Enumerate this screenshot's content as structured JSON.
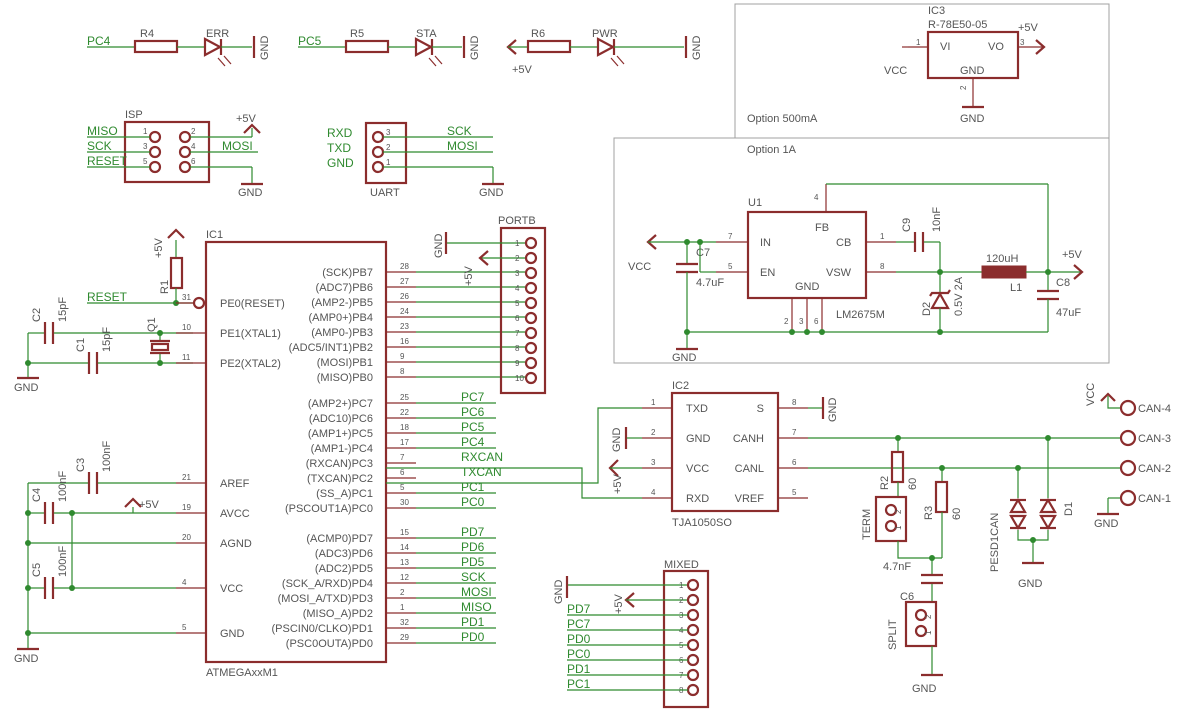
{
  "frames": {
    "option500": "Option 500mA",
    "option1a": "Option 1A"
  },
  "leds": {
    "r4": "R4",
    "r5": "R5",
    "r6": "R6",
    "err": "ERR",
    "sta": "STA",
    "pwr": "PWR",
    "pc4": "PC4",
    "pc5": "PC5",
    "plus5v": "+5V",
    "gnd": "GND"
  },
  "ic3": {
    "name": "IC3",
    "value": "R-78E50-05",
    "vi": "VI",
    "vo": "VO",
    "gnd": "GND",
    "vcc": "VCC",
    "plus5v": "+5V",
    "pin1": "1",
    "pin2": "2",
    "pin3": "3"
  },
  "isp": {
    "name": "ISP",
    "miso": "MISO",
    "sck": "SCK",
    "reset": "RESET",
    "mosi": "MOSI",
    "plus5v": "+5V",
    "gnd": "GND",
    "pins": [
      "1",
      "2",
      "3",
      "4",
      "5",
      "6"
    ]
  },
  "uart": {
    "name": "UART",
    "rxd": "RXD",
    "txd": "TXD",
    "gnd": "GND",
    "sck": "SCK",
    "mosi": "MOSI",
    "gnd2": "GND",
    "pins": [
      "3",
      "2",
      "1"
    ]
  },
  "u1": {
    "name": "U1",
    "value": "LM2675M",
    "in": "IN",
    "en": "EN",
    "gnd": "GND",
    "fb": "FB",
    "cb": "CB",
    "vsw": "VSW",
    "pins": {
      "in": "7",
      "en": "5",
      "fb": "4",
      "cb": "1",
      "vsw": "8",
      "g1": "2",
      "g2": "3",
      "g3": "6"
    }
  },
  "buck": {
    "vcc": "VCC",
    "c7": "C7",
    "c7v": "4.7uF",
    "gnd": "GND",
    "c9": "C9",
    "c9v": "10nF",
    "l1": "L1",
    "l1v": "120uH",
    "d2": "D2",
    "d2v": "0.5V 2A",
    "c8": "C8",
    "c8v": "47uF",
    "plus5v": "+5V"
  },
  "ic1": {
    "name": "IC1",
    "value": "ATMEGAxxM1",
    "left_pins": [
      {
        "label": "PE0(RESET)",
        "num": "31"
      },
      {
        "label": "PE1(XTAL1)",
        "num": "10"
      },
      {
        "label": "PE2(XTAL2)",
        "num": "11"
      },
      {
        "label": "AREF",
        "num": "21"
      },
      {
        "label": "AVCC",
        "num": "19"
      },
      {
        "label": "AGND",
        "num": "20"
      },
      {
        "label": "VCC",
        "num": "4"
      },
      {
        "label": "GND",
        "num": "5"
      }
    ],
    "right_pins": [
      {
        "label": "(SCK)PB7",
        "num": "28",
        "net": ""
      },
      {
        "label": "(ADC7)PB6",
        "num": "27",
        "net": ""
      },
      {
        "label": "(AMP2-)PB5",
        "num": "26",
        "net": ""
      },
      {
        "label": "(AMP0+)PB4",
        "num": "24",
        "net": ""
      },
      {
        "label": "(AMP0-)PB3",
        "num": "23",
        "net": ""
      },
      {
        "label": "(ADC5/INT1)PB2",
        "num": "16",
        "net": ""
      },
      {
        "label": "(MOSI)PB1",
        "num": "9",
        "net": ""
      },
      {
        "label": "(MISO)PB0",
        "num": "8",
        "net": ""
      },
      {
        "label": "(AMP2+)PC7",
        "num": "25",
        "net": "PC7"
      },
      {
        "label": "(ADC10)PC6",
        "num": "22",
        "net": "PC6"
      },
      {
        "label": "(AMP1+)PC5",
        "num": "18",
        "net": "PC5"
      },
      {
        "label": "(AMP1-)PC4",
        "num": "17",
        "net": "PC4"
      },
      {
        "label": "(RXCAN)PC3",
        "num": "7",
        "net": "RXCAN"
      },
      {
        "label": "(TXCAN)PC2",
        "num": "6",
        "net": "TXCAN"
      },
      {
        "label": "(SS_A)PC1",
        "num": "5",
        "net": "PC1"
      },
      {
        "label": "(PSCOUT1A)PC0",
        "num": "30",
        "net": "PC0"
      },
      {
        "label": "(ACMP0)PD7",
        "num": "15",
        "net": "PD7"
      },
      {
        "label": "(ADC3)PD6",
        "num": "14",
        "net": "PD6"
      },
      {
        "label": "(ADC2)PD5",
        "num": "13",
        "net": "PD5"
      },
      {
        "label": "(SCK_A/RXD)PD4",
        "num": "12",
        "net": "SCK"
      },
      {
        "label": "(MOSI_A/TXD)PD3",
        "num": "2",
        "net": "MOSI"
      },
      {
        "label": "(MISO_A)PD2",
        "num": "1",
        "net": "MISO"
      },
      {
        "label": "(PSCIN0/CLKO)PD1",
        "num": "32",
        "net": "PD1"
      },
      {
        "label": "(PSC0OUTA)PD0",
        "num": "29",
        "net": "PD0"
      }
    ]
  },
  "reset_circuit": {
    "r1": "R1",
    "plus5v": "+5V",
    "reset": "RESET",
    "q1": "Q1",
    "c1": "C1",
    "c1v": "15pF",
    "c2": "C2",
    "c2v": "15pF",
    "gnd": "GND"
  },
  "aref_circuit": {
    "c3": "C3",
    "c3v": "100nF",
    "c4": "C4",
    "c4v": "100nF",
    "c5": "C5",
    "c5v": "100nF",
    "plus5v": "+5V",
    "gnd": "GND"
  },
  "portb": {
    "name": "PORTB",
    "gnd": "GND",
    "plus5v": "+5V",
    "pins": [
      "1",
      "2",
      "3",
      "4",
      "5",
      "6",
      "7",
      "8",
      "9",
      "10"
    ]
  },
  "mixed": {
    "name": "MIXED",
    "gnd": "GND",
    "plus5v": "+5V",
    "pins": [
      "1",
      "2",
      "3",
      "4",
      "5",
      "6",
      "7",
      "8"
    ],
    "nets": [
      "PD7",
      "PC7",
      "PD0",
      "PC0",
      "PD1",
      "PC1"
    ]
  },
  "ic2": {
    "name": "IC2",
    "value": "TJA1050SO",
    "left": [
      {
        "label": "TXD",
        "num": "1"
      },
      {
        "label": "GND",
        "num": "2"
      },
      {
        "label": "VCC",
        "num": "3"
      },
      {
        "label": "RXD",
        "num": "4"
      }
    ],
    "right": [
      {
        "label": "S",
        "num": "8"
      },
      {
        "label": "CANH",
        "num": "7"
      },
      {
        "label": "CANL",
        "num": "6"
      },
      {
        "label": "VREF",
        "num": "5"
      }
    ],
    "gnd": "GND",
    "plus5v": "+5V",
    "gnd2": "GND"
  },
  "can": {
    "vcc": "VCC",
    "can4": "CAN-4",
    "can3": "CAN-3",
    "can2": "CAN-2",
    "can1": "CAN-1",
    "gnd": "GND",
    "r2": "R2",
    "r2v": "60",
    "r3": "R3",
    "r3v": "60",
    "term": "TERM",
    "c6": "C6",
    "c6v": "4.7nF",
    "split": "SPLIT",
    "gnd2": "GND",
    "pesd": "PESD1CAN",
    "d1": "D1",
    "gnd3": "GND",
    "pins": [
      "2",
      "1"
    ]
  }
}
